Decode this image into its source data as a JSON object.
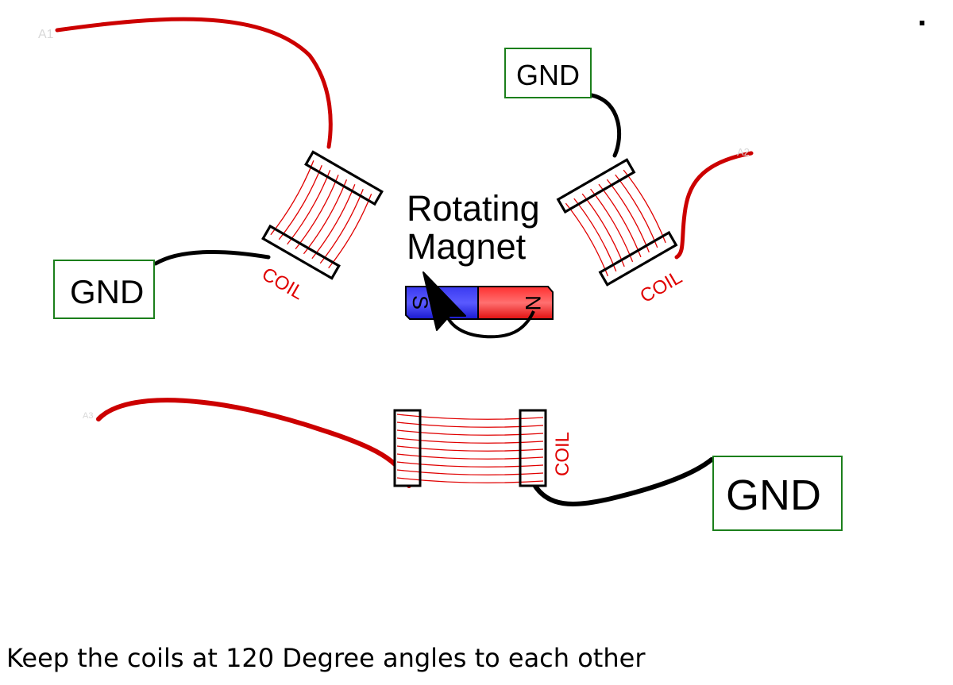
{
  "terminals": {
    "coil1": "A1",
    "coil2": "A2",
    "coil3": "A3"
  },
  "gnd_labels": {
    "coil1": "GND",
    "coil2": "GND",
    "coil3": "GND"
  },
  "coil_label": "COIL",
  "magnet": {
    "title_line1": "Rotating",
    "title_line2": "Magnet",
    "south": "S",
    "north": "N",
    "colors": {
      "south": "#2a2ae0",
      "north": "#ff2020"
    }
  },
  "note": "Keep the coils at 120 Degree angles to each other",
  "colors": {
    "wire_signal": "#cc0000",
    "wire_ground": "#000000",
    "winding": "#e00000",
    "gnd_border": "#1b7f1b"
  }
}
